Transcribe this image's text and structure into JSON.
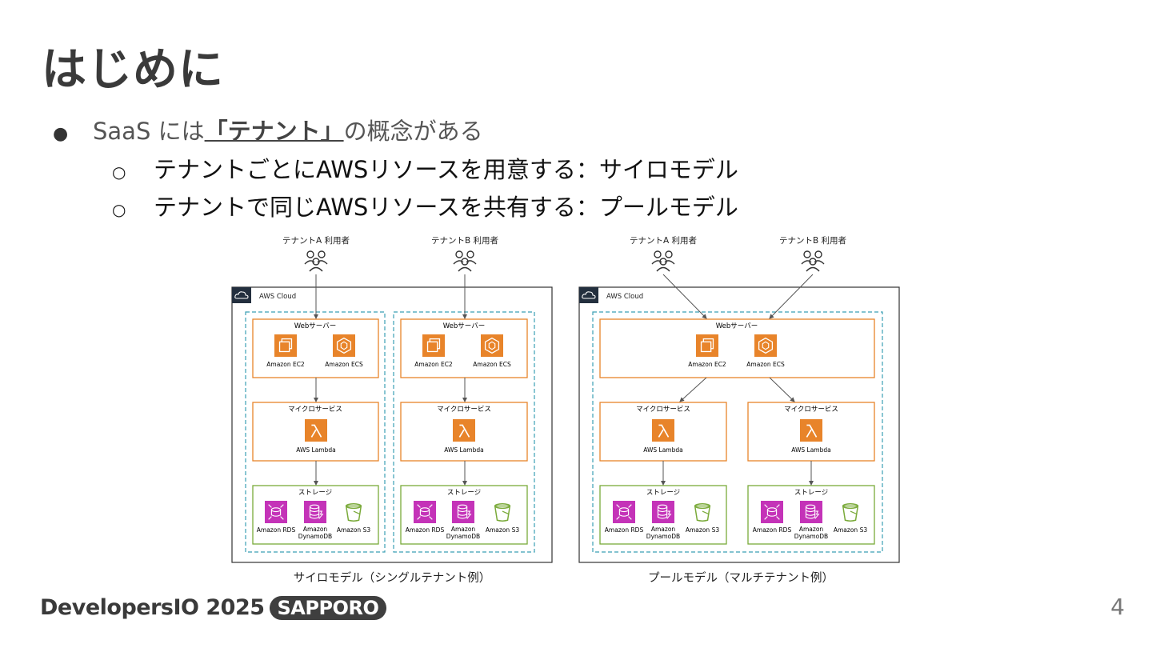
{
  "slide": {
    "title": "はじめに",
    "bullet1_prefix": "SaaS には",
    "bullet1_em": "「テナント」",
    "bullet1_suffix": "の概念がある",
    "sub1": "テナントごとにAWSリソースを用意する：サイロモデル",
    "sub2": "テナントで同じAWSリソースを共有する：プールモデル",
    "page_number": "4",
    "logo_text": "DevelopersIO 2025",
    "logo_pill": "SAPPORO"
  },
  "diagram": {
    "tenant_a": "テナントA 利用者",
    "tenant_b": "テナントB 利用者",
    "cloud": "AWS Cloud",
    "web": "Webサーバー",
    "micro": "マイクロサービス",
    "storage": "ストレージ",
    "ec2": "Amazon EC2",
    "ecs": "Amazon ECS",
    "lambda": "AWS Lambda",
    "rds": "Amazon RDS",
    "dynamo1": "Amazon",
    "dynamo2": "DynamoDB",
    "s3": "Amazon S3",
    "silo_caption": "サイロモデル（シングルテナント例）",
    "pool_caption": "プールモデル（マルチテナント例）",
    "colors": {
      "orange": "#e8842a",
      "green": "#7aaa3a",
      "teal": "#3b9fb5",
      "magenta": "#c433b8"
    }
  }
}
